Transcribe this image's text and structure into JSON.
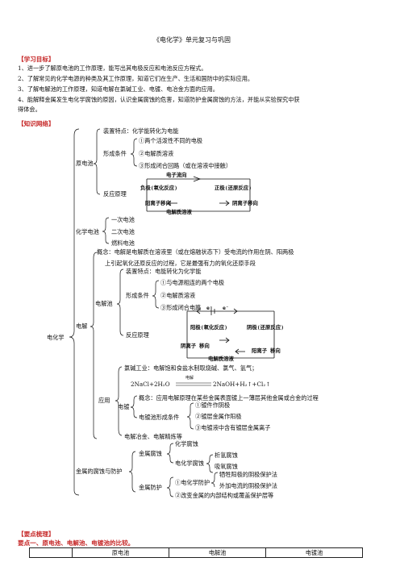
{
  "title": "《电化学》单元复习与巩固",
  "goals": {
    "heading": "【学习目标】",
    "items": [
      "1、进一步了解原电池的工作原理，能写出其电极反应和电池反应方程式。",
      "2、了解常见的化学电源的种类及其工作原理，知道它们在生产、生活和国防中的实际应用。",
      "3、了解电解池的工作原理，知道电解在氯碱工业、电镀、电冶金方面的应用。",
      "4、能解释金属发生电化学腐蚀的原因，认识金属腐蚀的危害，知道防护金属腐蚀的方法，并能从实验探究中获",
      "得体会。"
    ]
  },
  "network": {
    "heading": "【知识网络】",
    "root": "电化学",
    "yuandianchi": {
      "label": "原电池",
      "device": "装置特点：化学能转化为电能",
      "conditions_label": "形成条件",
      "conditions": [
        "①两个活泼性不同的电极",
        "②电解质溶液",
        "③形成闭合回路（或在溶液中接触）"
      ],
      "principle_label": "反应原理",
      "diagram": {
        "electron_flow": "电子流向",
        "negative": "负极(氧化反应)",
        "positive": "正极(还原反应)",
        "cation_move": "阳离子移向",
        "anion_move": "阴离子移向",
        "solution": "电解质溶液"
      }
    },
    "huaxue_dianchi": {
      "label": "化学电池",
      "items": [
        "一次电池",
        "二次电池",
        "燃料电池"
      ]
    },
    "dianjie": {
      "label": "电解",
      "concept_line1": "概念：电解是电解质在溶液里（或在熔融状态下）受电流的作用在阴、阳两极",
      "concept_line2": "上引起氧化还原反应的过程，它是最强有力的氧化还原手段",
      "cell_label": "电解池",
      "device": "装置特点：电能转化为化学能",
      "conditions_label": "形成条件",
      "conditions": [
        "①与电源相连的两个电极",
        "②电解质溶液",
        "③形成闭合电路"
      ],
      "principle_label": "反应原理",
      "diagram": {
        "e_left": "e⁻",
        "e_right": "e⁻",
        "anode": "阳极(氧化反应)",
        "cathode": "阴极(还原反应)",
        "anion_move": "阴离子 移向",
        "cation_move": "阳离子 移向",
        "solution": "电解质溶液"
      },
      "application_label": "应用",
      "chlor_alkali": "氯碱工业：电解饱和食盐水制取烧碱、氯气、氢气；",
      "equation_left": "2NaCl+2H₂O",
      "equation_cond": "电解",
      "equation_right": "2NaOH+H₂↑+Cl₂↑",
      "plating_label": "电镀",
      "plating_concept": "概念：应用电解原理在某些金属表面镀上一薄层其他金属或合金的过程",
      "plating_cond_label": "电镀池形成条件",
      "plating_conds": [
        "①镀件作阴极",
        "②镀层金属作阳极",
        "③电镀液中含有镀层金属离子"
      ],
      "metallurgy": "电解冶金、电解精炼等"
    },
    "corrosion": {
      "label": "金属的腐蚀与防护",
      "corrosion_label": "金属腐蚀",
      "chemical": "化学腐蚀",
      "electrochemical_label": "电化学腐蚀",
      "electrochemical": [
        "析氢腐蚀",
        "吸氧腐蚀"
      ],
      "protection_label": "金属防护",
      "ec_protection_label": "①电化学防护",
      "ec_protection": [
        "牺牲阳极的阴极保护法",
        "外加电流的阴极保护法"
      ],
      "other_protection": "②改变金属的内部结构或覆盖保护层等"
    }
  },
  "summary": {
    "heading": "【要点梳理】",
    "point1": "要点一、原电池、电解池、电镀池的比较。",
    "table_headers": [
      "",
      "原电池",
      "电解池",
      "电镀池"
    ]
  }
}
